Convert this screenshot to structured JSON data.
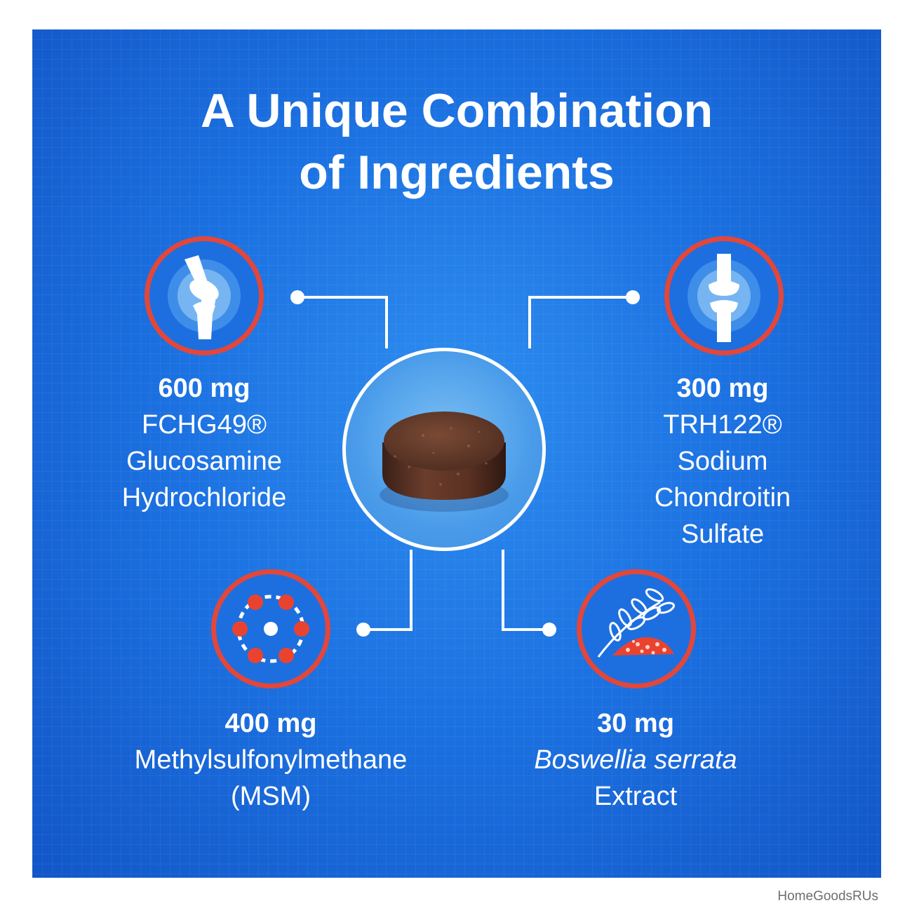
{
  "title": {
    "line1": "A Unique Combination",
    "line2": "of Ingredients"
  },
  "center": {
    "icon": "chewable-tablet"
  },
  "ingredients": [
    {
      "icon": "knee-joint-icon",
      "dose": "600 mg",
      "lines": [
        "FCHG49®",
        "Glucosamine",
        "Hydrochloride"
      ]
    },
    {
      "icon": "knee-joint-icon",
      "dose": "300 mg",
      "lines": [
        "TRH122®",
        "Sodium",
        "Chondroitin",
        "Sulfate"
      ]
    },
    {
      "icon": "molecule-icon",
      "dose": "400 mg",
      "lines": [
        "Methylsulfonylmethane",
        "(MSM)"
      ]
    },
    {
      "icon": "boswellia-plant-icon",
      "dose": "30 mg",
      "lines": [
        "Boswellia serrata",
        "Extract"
      ]
    }
  ],
  "watermark": "HomeGoodsRUs",
  "colors": {
    "background": "#1c72e2",
    "badge_ring": "#e2473a",
    "text": "#ffffff"
  }
}
